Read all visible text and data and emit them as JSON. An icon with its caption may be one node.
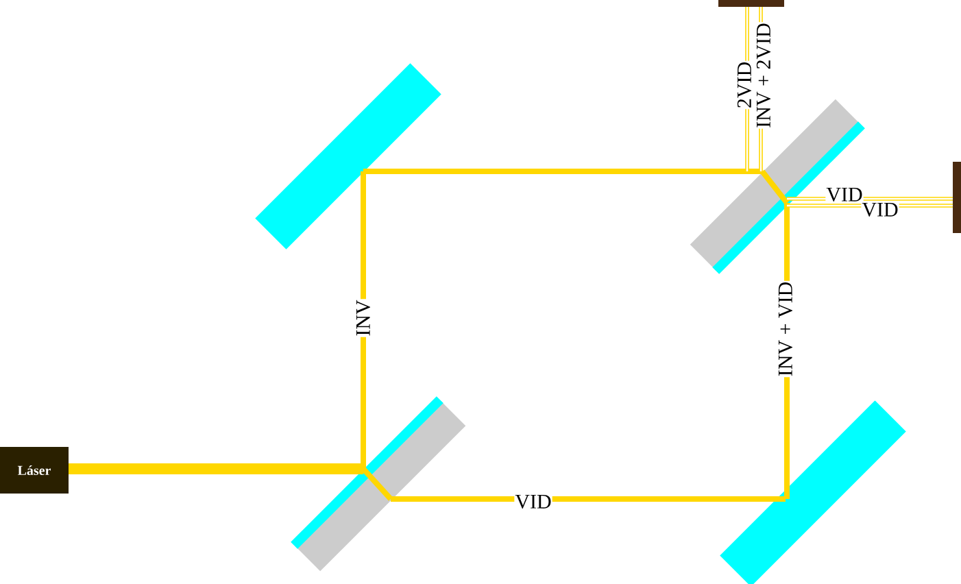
{
  "diagram": {
    "nodes": [
      {
        "text": [
          "Láser"
        ]
      },
      {
        "text": [],
        "shape": "bar"
      },
      {
        "text": [],
        "shape": "bar"
      },
      {
        "text": [],
        "shape": "bar"
      },
      {
        "text": [],
        "shape": "bar"
      },
      {
        "text": [],
        "shape": "bar"
      },
      {
        "text": [],
        "shape": "bar"
      }
    ],
    "edges": [
      {
        "from": 0,
        "to": 1,
        "arrow": "none",
        "style": "thick"
      },
      {
        "from": 1,
        "to": 2,
        "arrow": "none",
        "label": "INV"
      },
      {
        "from": 1,
        "to": 3,
        "arrow": "none",
        "label": "VID"
      },
      {
        "from": 2,
        "to": 4,
        "arrow": "none"
      },
      {
        "from": 3,
        "to": 4,
        "arrow": "none",
        "label": "INV + VID"
      },
      {
        "from": 4,
        "to": 5,
        "arrow": "none",
        "label": "2VID"
      },
      {
        "from": 4,
        "to": 5,
        "arrow": "none",
        "label": "INV + 2VID"
      },
      {
        "from": 4,
        "to": 6,
        "arrow": "none",
        "label": "VID"
      },
      {
        "from": 4,
        "to": 6,
        "arrow": "none",
        "label": "VID"
      }
    ]
  }
}
